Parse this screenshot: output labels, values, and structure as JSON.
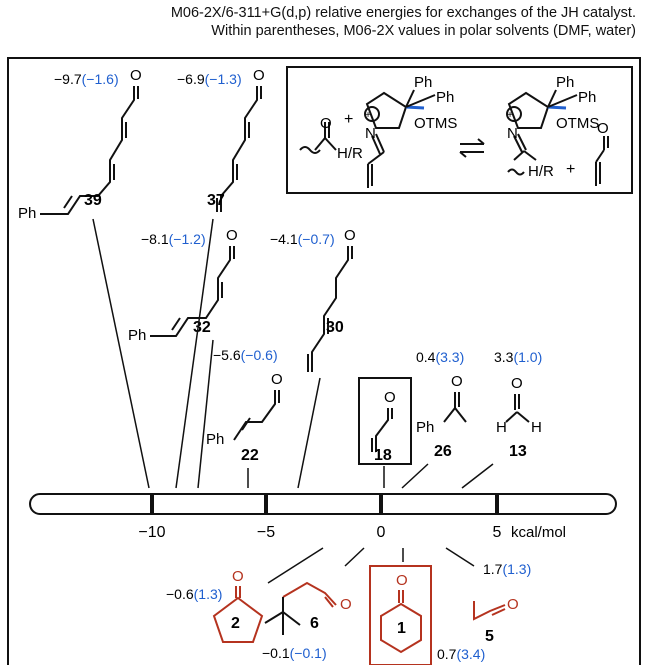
{
  "header": {
    "line1": "M06-2X/6-311+G(d,p) relative energies for exchanges of the JH catalyst.",
    "line2": "Within parentheses, M06-2X values in polar solvents (DMF, water)"
  },
  "colors": {
    "solvent_value": "#1f5fcf",
    "ketone": "#b5331f",
    "line": "#111111"
  },
  "scheme": {
    "ph1": "Ph",
    "ph2": "Ph",
    "otms1": "OTMS",
    "o1": "O",
    "hr1": "H/R",
    "plus1": "+",
    "n1": "N",
    "ph3": "Ph",
    "ph4": "Ph",
    "otms2": "OTMS",
    "n2": "N",
    "hr2": "H/R",
    "plus2": "+",
    "o2": "O"
  },
  "axis": {
    "ticks": [
      "−10",
      "−5",
      "0",
      "5"
    ],
    "unit": "kcal/mol"
  },
  "compounds": [
    {
      "id": "39",
      "energy": "−9.7",
      "solvent": "(−1.6)",
      "o": "O",
      "ph": "Ph"
    },
    {
      "id": "37",
      "energy": "−6.9",
      "solvent": "(−1.3)",
      "o": "O"
    },
    {
      "id": "32",
      "energy": "−8.1",
      "solvent": "(−1.2)",
      "o": "O",
      "ph": "Ph"
    },
    {
      "id": "30",
      "energy": "−4.1",
      "solvent": "(−0.7)",
      "o": "O"
    },
    {
      "id": "22",
      "energy": "−5.6",
      "solvent": "(−0.6)",
      "o": "O",
      "ph": "Ph"
    },
    {
      "id": "18",
      "o": "O"
    },
    {
      "id": "26",
      "energy": "0.4",
      "solvent": "(3.3)",
      "o": "O",
      "ph": "Ph"
    },
    {
      "id": "13",
      "energy": "3.3",
      "solvent": "(1.0)",
      "o": "O",
      "h1": "H",
      "h2": "H"
    },
    {
      "id": "2",
      "energy": "−0.6",
      "solvent": "(1.3)",
      "o": "O"
    },
    {
      "id": "6",
      "energy": "−0.1",
      "solvent": "(−0.1)",
      "o": "O"
    },
    {
      "id": "1",
      "energy": "0.7",
      "solvent": "(3.4)",
      "o": "O"
    },
    {
      "id": "5",
      "energy": "1.7",
      "solvent": "(1.3)",
      "o": "O"
    }
  ]
}
